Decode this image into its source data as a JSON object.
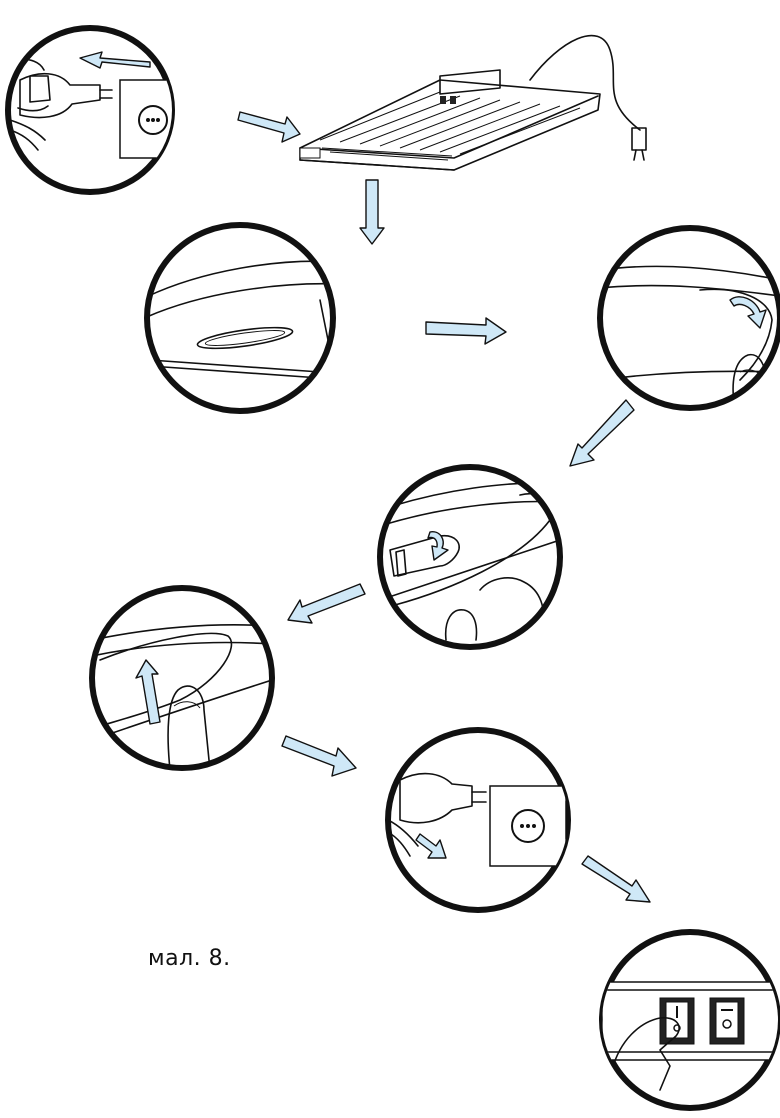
{
  "figure": {
    "caption": "мал. 8.",
    "colors": {
      "arrow_fill": "#cfe8f7",
      "ink": "#111111",
      "background": "#ffffff"
    }
  },
  "switch": {
    "left_symbol": "I O",
    "right_symbol": "O"
  }
}
